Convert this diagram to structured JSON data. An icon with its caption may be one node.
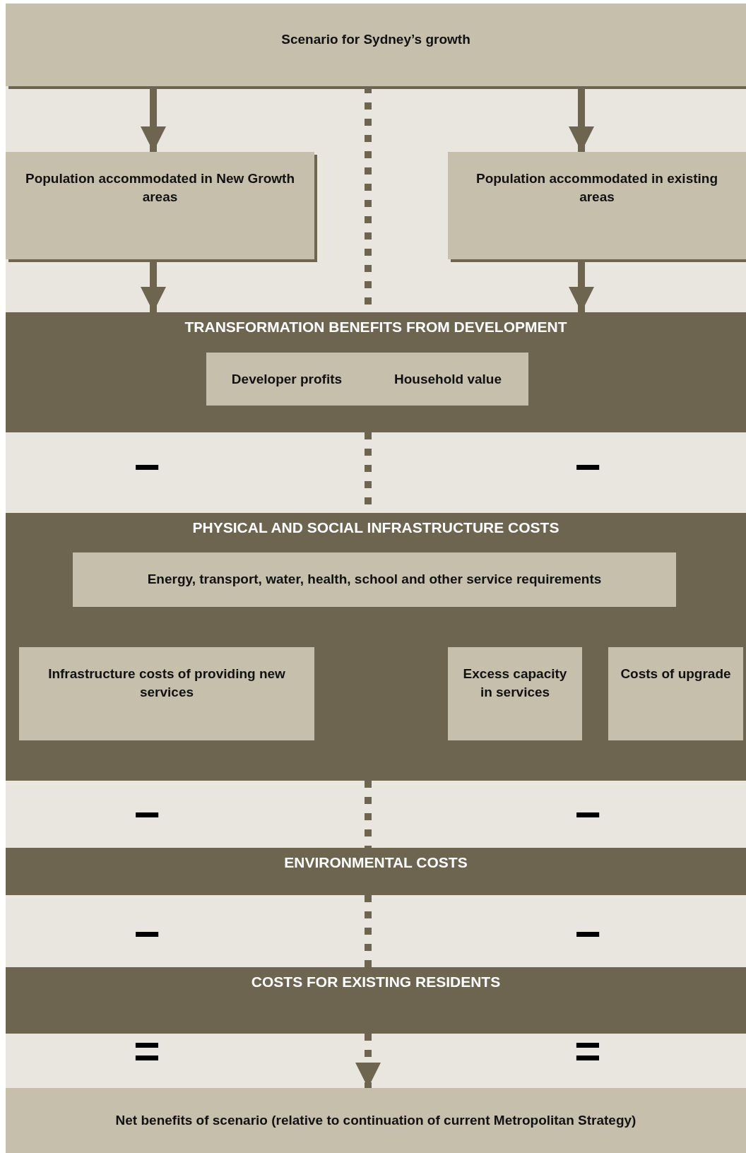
{
  "diagram": {
    "nodes": [
      {
        "text": [
          "Scenario for Sydney’s growth"
        ]
      },
      {
        "text": [
          "Population accommodated in New Growth areas"
        ]
      },
      {
        "text": [
          "Population accommodated in existing areas"
        ]
      },
      {
        "text": [
          "TRANSFORMATION BENEFITS FROM DEVELOPMENT"
        ]
      },
      {
        "text": [
          "Developer profits",
          "Household value"
        ],
        "in": 3
      },
      {
        "text": [
          "PHYSICAL AND SOCIAL INFRASTRUCTURE COSTS"
        ]
      },
      {
        "text": [
          "Energy, transport, water, health, school and other service requirements"
        ],
        "in": 5
      },
      {
        "text": [
          "Infrastructure costs of providing new services"
        ],
        "in": 5
      },
      {
        "text": [
          "Excess capacity in services"
        ],
        "in": 5
      },
      {
        "text": [
          "Costs of upgrade"
        ],
        "in": 5
      },
      {
        "text": [
          "ENVIRONMENTAL COSTS"
        ]
      },
      {
        "text": [
          "COSTS FOR EXISTING RESIDENTS"
        ]
      },
      {
        "text": [
          "Net benefits of scenario (relative to continuation of current Metropolitan Strategy)"
        ]
      }
    ],
    "edges": [
      {
        "from": 0,
        "to": 1,
        "arrow": "to"
      },
      {
        "from": 0,
        "to": 2,
        "arrow": "to"
      },
      {
        "from": 0,
        "to": 3,
        "arrow": "none",
        "style": "dashed"
      },
      {
        "from": 1,
        "to": 3,
        "arrow": "to"
      },
      {
        "from": 2,
        "to": 3,
        "arrow": "to"
      },
      {
        "from": 3,
        "to": 5,
        "arrow": "none",
        "style": "dashed"
      },
      {
        "from": 5,
        "to": 10,
        "arrow": "none",
        "style": "dashed"
      },
      {
        "from": 10,
        "to": 11,
        "arrow": "none",
        "style": "dashed"
      },
      {
        "from": 11,
        "to": 12,
        "arrow": "to",
        "style": "dashed"
      }
    ],
    "labels": [
      "−",
      "−",
      "−",
      "−",
      "−",
      "−",
      "=",
      "="
    ]
  }
}
